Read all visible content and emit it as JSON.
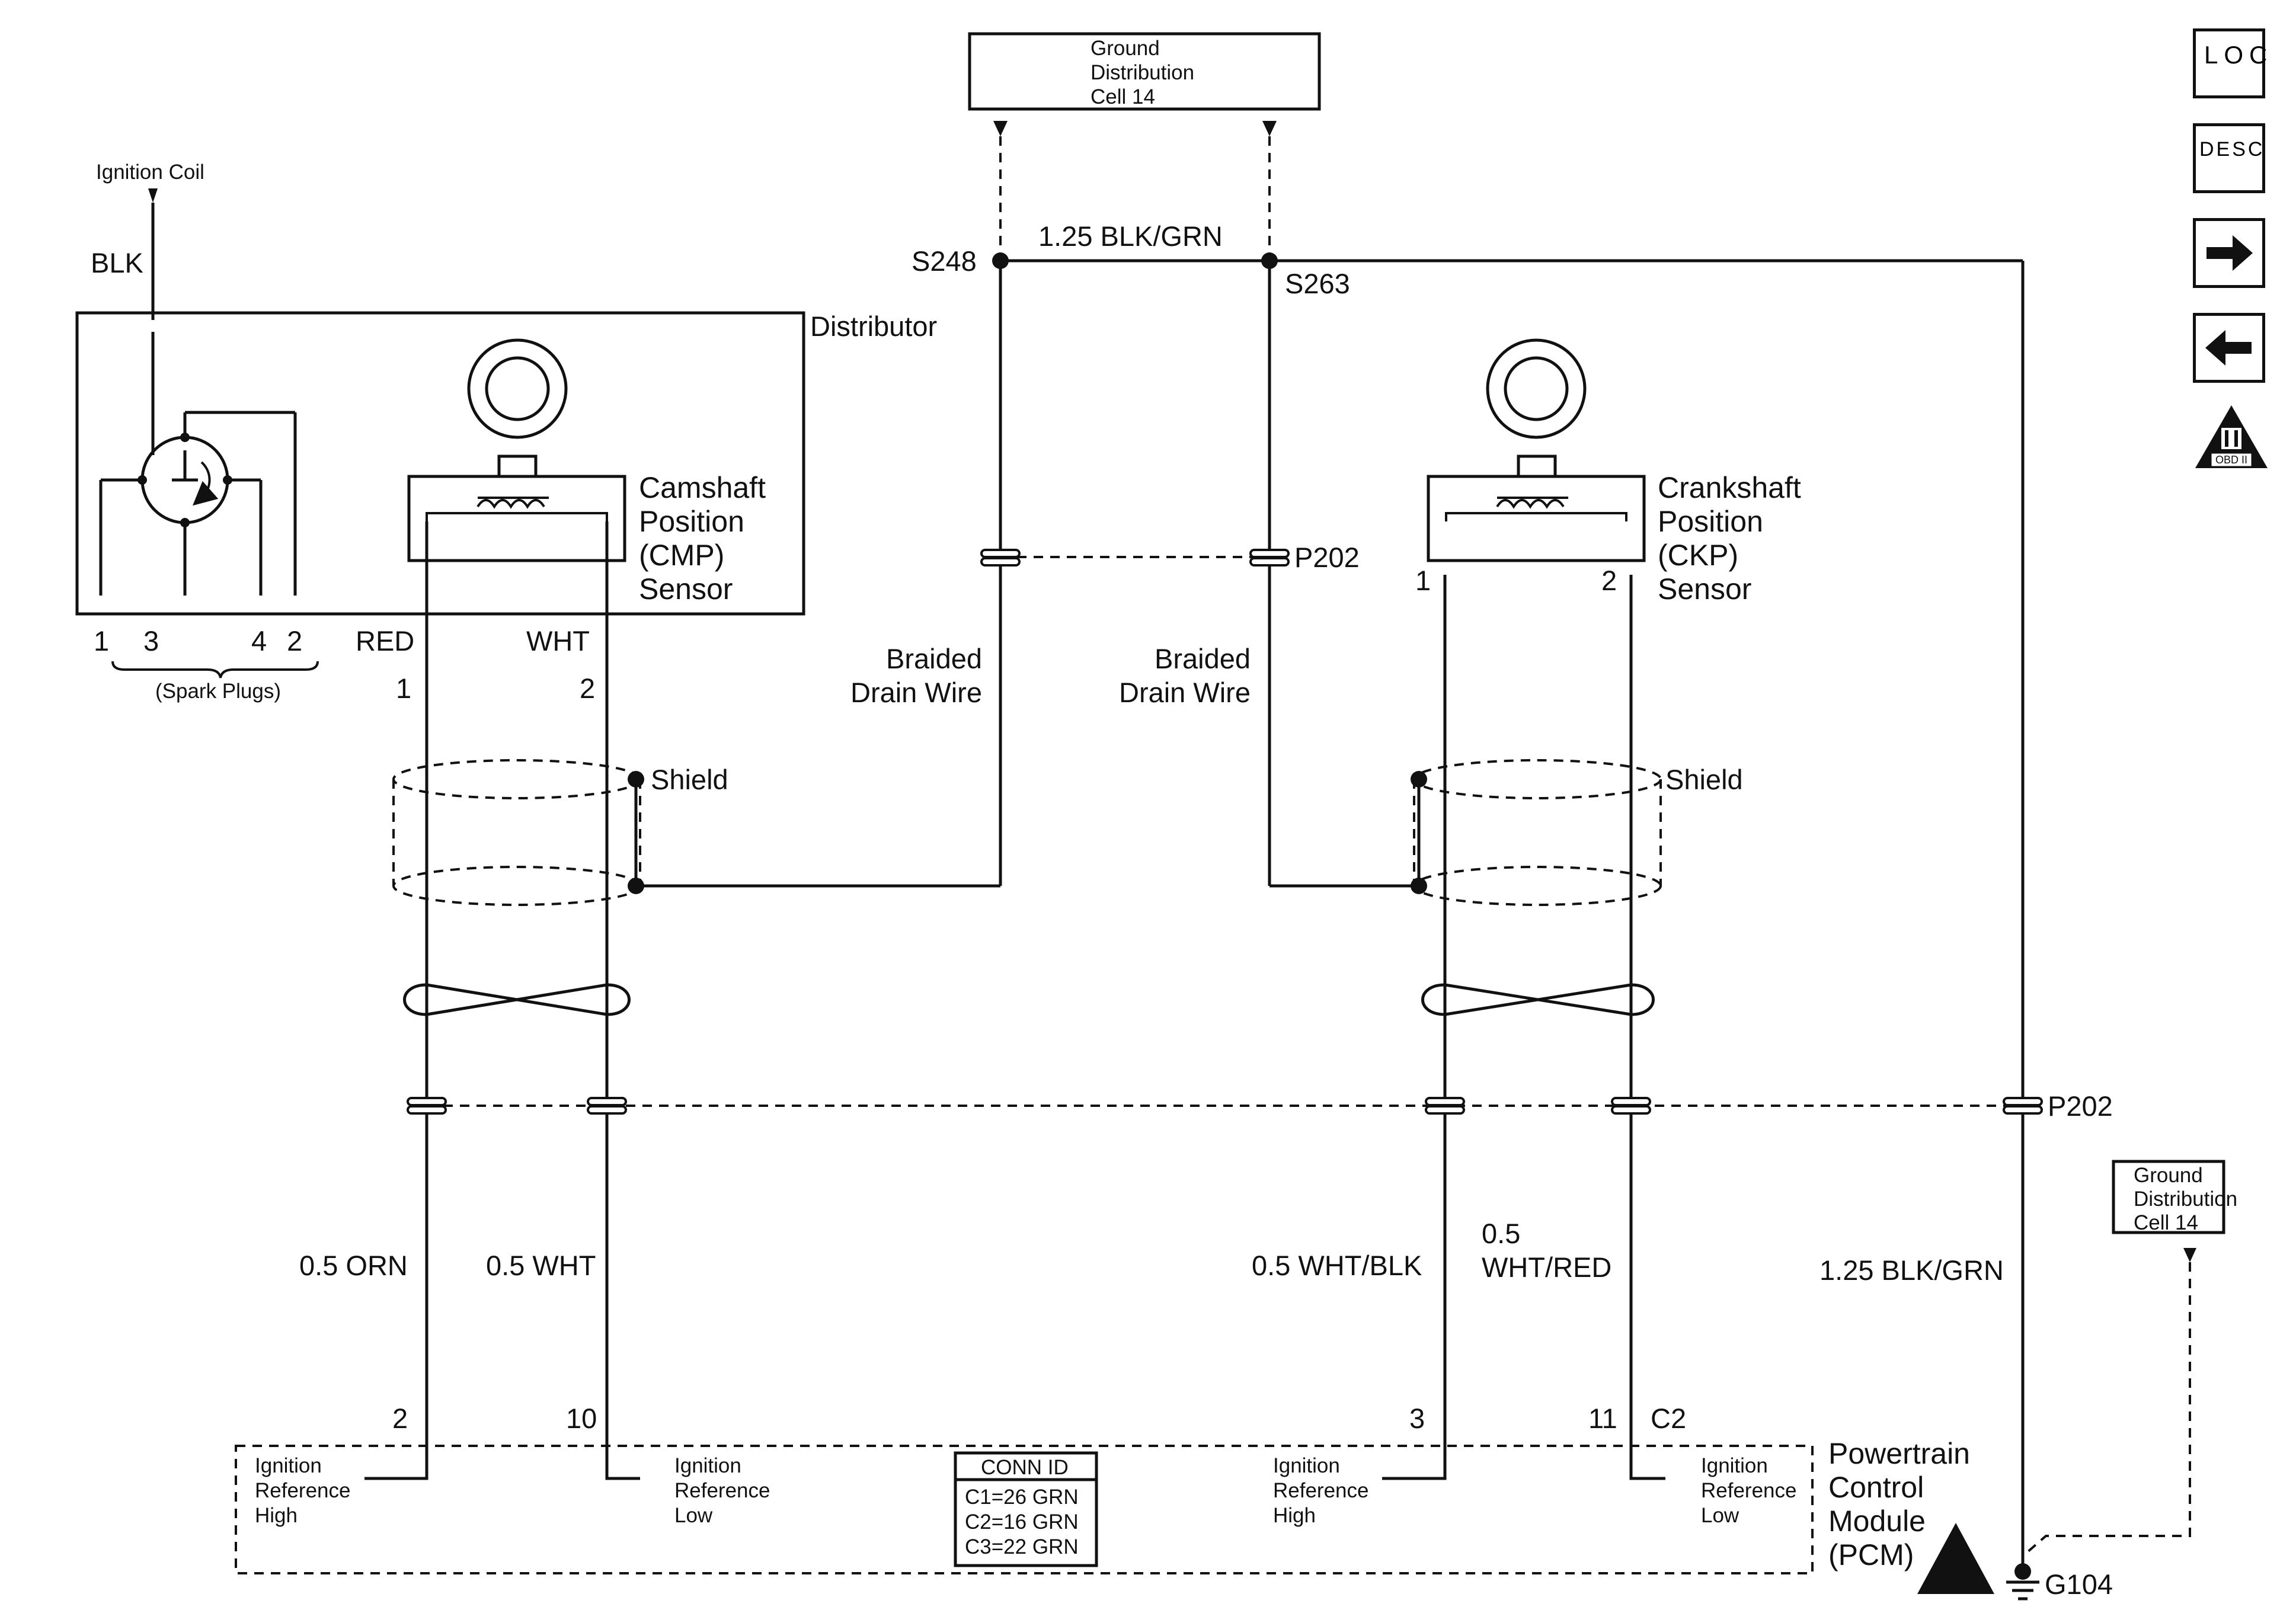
{
  "diagram": {
    "ground_top": {
      "line1": "Ground",
      "line2": "Distribution",
      "line3": "Cell 14"
    },
    "ground_right": {
      "line1": "Ground",
      "line2": "Distribution",
      "line3": "Cell 14"
    },
    "ignition_coil": "Ignition Coil",
    "blk": "BLK",
    "distributor": "Distributor",
    "spark_pins": [
      "1",
      "3",
      "4",
      "2"
    ],
    "spark_plugs": "(Spark Plugs)",
    "cmp_sensor": {
      "line1": "Camshaft",
      "line2": "Position",
      "line3": "(CMP)",
      "line4": "Sensor"
    },
    "ckp_sensor": {
      "line1": "Crankshaft",
      "line2": "Position",
      "line3": "(CKP)",
      "line4": "Sensor"
    },
    "red": "RED",
    "wht": "WHT",
    "s248": "S248",
    "s263": "S263",
    "wire_blk_grn": "1.25 BLK/GRN",
    "p202": "P202",
    "braided_drain": {
      "line1": "Braided",
      "line2": "Drain Wire"
    },
    "shield": "Shield",
    "cmp_pin1": "1",
    "cmp_pin2": "2",
    "ckp_pin1": "1",
    "ckp_pin2": "2",
    "wire_orn": "0.5 ORN",
    "wire_wht": "0.5 WHT",
    "wire_wht_blk": "0.5 WHT/BLK",
    "wire_wht_red": {
      "line1": "0.5",
      "line2": "WHT/RED"
    },
    "pcm_pins": [
      "2",
      "10",
      "3",
      "11"
    ],
    "c2": "C2",
    "ign_ref_high": {
      "line1": "Ignition",
      "line2": "Reference",
      "line3": "High"
    },
    "ign_ref_low": {
      "line1": "Ignition",
      "line2": "Reference",
      "line3": "Low"
    },
    "conn_id": {
      "title": "CONN ID",
      "c1": "C1=26 GRN",
      "c2": "C2=16 GRN",
      "c3": "C3=22 GRN"
    },
    "pcm": {
      "line1": "Powertrain",
      "line2": "Control",
      "line3": "Module",
      "line4": "(PCM)"
    },
    "g104": "G104",
    "obd": "OBD II"
  },
  "nav": {
    "loc_label": "LOC",
    "desc_label": "DESC",
    "next_icon": "arrow-right-icon",
    "prev_icon": "arrow-left-icon",
    "obd_icon": "obd-ii-icon"
  }
}
